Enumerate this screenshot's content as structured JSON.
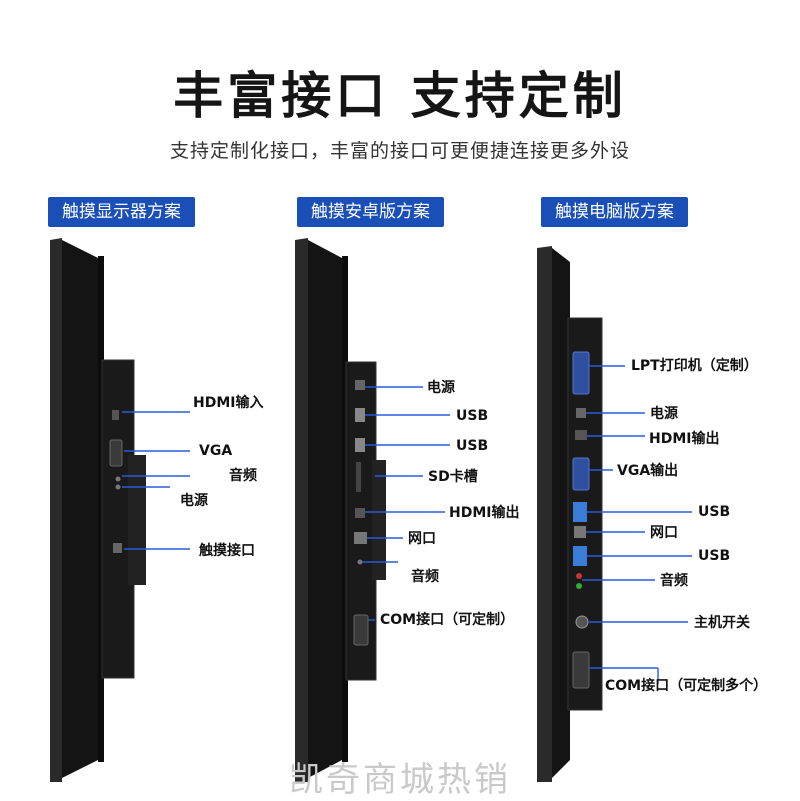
{
  "headline": "丰富接口  支持定制",
  "subtitle": "支持定制化接口，丰富的接口可更便捷连接更多外设",
  "watermark": "凯奇商城热销",
  "colors": {
    "tag_bg": "#1b4fb8",
    "line": "#2b5bd7",
    "panel": "#111111"
  },
  "panels": [
    {
      "title": "触摸显示器方案",
      "ports": [
        "HDMI输入",
        "VGA",
        "音频",
        "电源",
        "触摸接口"
      ]
    },
    {
      "title": "触摸安卓版方案",
      "ports": [
        "电源",
        "USB",
        "USB",
        "SD卡槽",
        "HDMI输出",
        "网口",
        "音频",
        "COM接口（可定制）"
      ]
    },
    {
      "title": "触摸电脑版方案",
      "ports": [
        "LPT打印机（定制）",
        "电源",
        "HDMI输出",
        "VGA输出",
        "USB",
        "网口",
        "USB",
        "音频",
        "主机开关",
        "COM接口（可定制多个）"
      ]
    }
  ]
}
